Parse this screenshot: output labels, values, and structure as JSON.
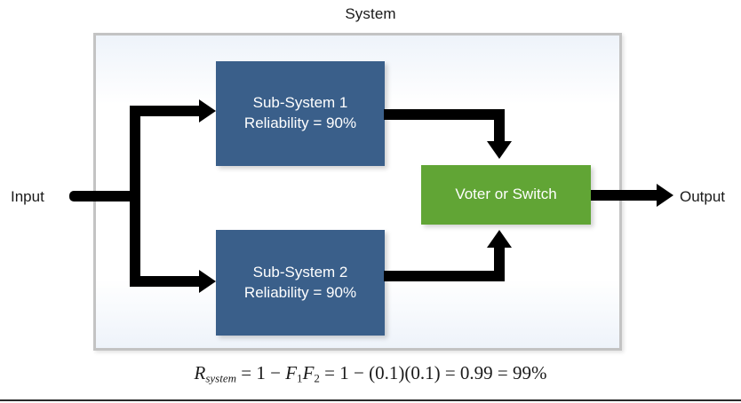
{
  "diagram": {
    "title": "System",
    "type": "reliability-block-diagram",
    "colors": {
      "subsystem_fill": "#3A5F8A",
      "voter_fill": "#61A535",
      "wire": "#000000",
      "system_border": "#C3C3C3",
      "text_dark": "#1A1A1A",
      "block_text": "#FFFFFF"
    }
  },
  "io": {
    "input_label": "Input",
    "output_label": "Output"
  },
  "blocks": [
    {
      "id": "sub-system-1",
      "name_line": "Sub-System 1",
      "value_line": "Reliability = 90%",
      "reliability_percent": 90
    },
    {
      "id": "sub-system-2",
      "name_line": "Sub-System 2",
      "value_line": "Reliability = 90%",
      "reliability_percent": 90
    },
    {
      "id": "voter",
      "name_line": "Voter or Switch"
    }
  ],
  "formula": {
    "lhs_symbol": "R",
    "lhs_subscript": "system",
    "eq1": " = 1 − ",
    "f1_symbol": "F",
    "f1_subscript": "1",
    "f2_symbol": "F",
    "f2_subscript": "2",
    "eq2": " = 1 − (0.1)(0.1) = 0.99 = 99%",
    "plain_text": "R_system = 1 − F₁F₂ = 1 − (0.1)(0.1) = 0.99 = 99%",
    "result_percent": 99
  }
}
